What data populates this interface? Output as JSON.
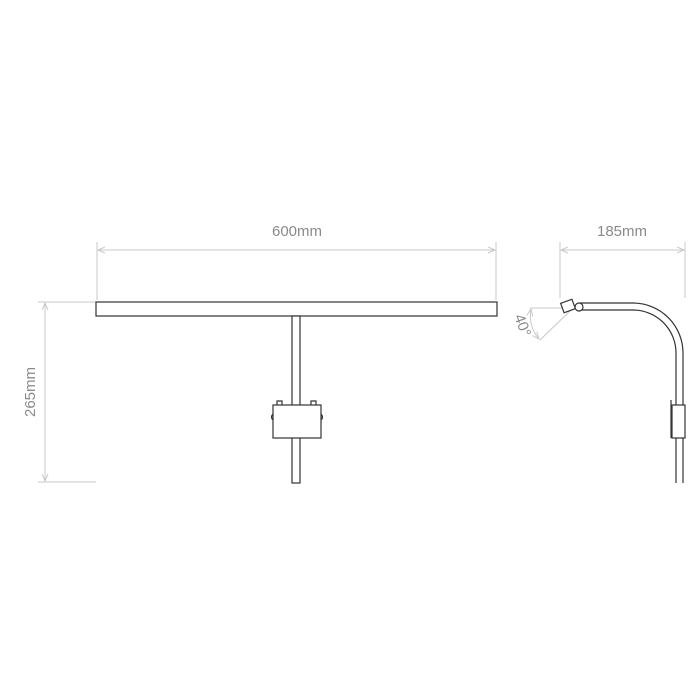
{
  "dimensions": {
    "front_width": "600mm",
    "front_height": "265mm",
    "side_depth": "185mm",
    "tilt_angle": "40°"
  },
  "colors": {
    "outline": "#333333",
    "dimension": "#8a8a8a",
    "dimension_line": "#c8c8c8"
  }
}
